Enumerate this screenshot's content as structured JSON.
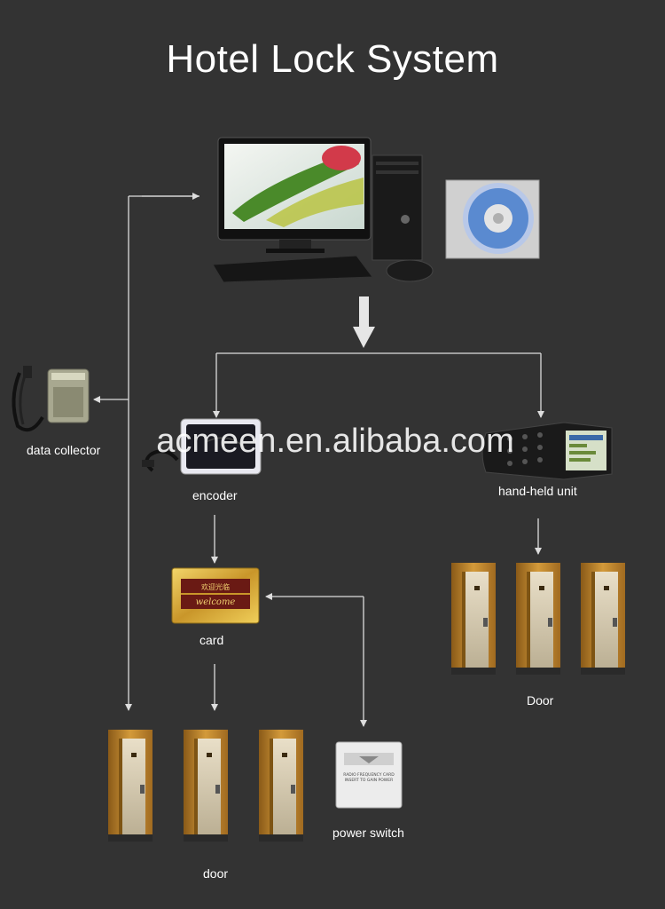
{
  "title": "Hotel Lock System",
  "watermark": "acmeen.en.alibaba.com",
  "labels": {
    "data_collector": "data collector",
    "encoder": "encoder",
    "hand_held_unit": "hand-held unit",
    "card": "card",
    "door_right": "Door",
    "door_bottom": "door",
    "power_switch": "power switch"
  },
  "card_text": {
    "chinese": "欢迎光临",
    "welcome": "welcome"
  },
  "switch_text": {
    "line1": "RADIO FREQUENCY CARD",
    "line2": "INSERT TO GAIN POWER"
  },
  "colors": {
    "background": "#333333",
    "text": "#ffffff",
    "connector": "#dddddd",
    "door_wood": "#c48a2a"
  }
}
